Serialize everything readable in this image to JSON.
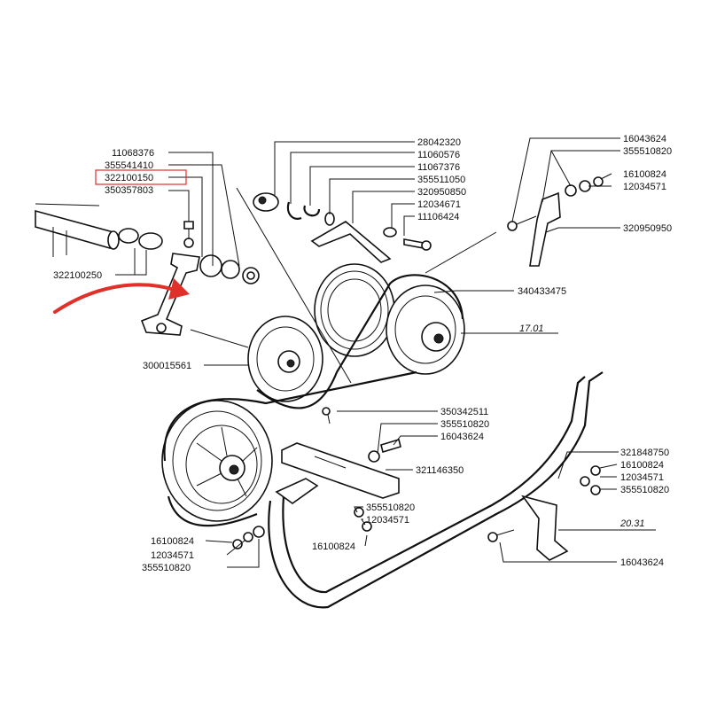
{
  "diagram": {
    "part_labels": {
      "p11068376": "11068376",
      "p355541410": "355541410",
      "p322100150": "322100150",
      "p350357803": "350357803",
      "p322100250": "322100250",
      "p28042320": "28042320",
      "p11060576": "11060576",
      "p11067376": "11067376",
      "p355511050": "355511050",
      "p320950850": "320950850",
      "p12034671": "12034671",
      "p11106424": "11106424",
      "p16043624_top": "16043624",
      "p355510820_top": "355510820",
      "p16100824_top": "16100824",
      "p12034571_top": "12034571",
      "p320950950": "320950950",
      "p340433475": "340433475",
      "ref_1701": "17.01",
      "p300015561": "300015561",
      "p350342511": "350342511",
      "p355510820_mid": "355510820",
      "p16043624_mid": "16043624",
      "p321146350": "321146350",
      "p321848750": "321848750",
      "p16100824_right": "16100824",
      "p12034571_right": "12034571",
      "p355510820_right": "355510820",
      "p355510820_center": "355510820",
      "p12034571_center": "12034571",
      "p16100824_center": "16100824",
      "ref_2031": "20.31",
      "p16043624_bottom": "16043624",
      "p16100824_left": "16100824",
      "p12034571_left": "12034571",
      "p355510820_left": "355510820"
    },
    "highlight_color": "#e0302a",
    "arrow_color": "#e0302a"
  }
}
